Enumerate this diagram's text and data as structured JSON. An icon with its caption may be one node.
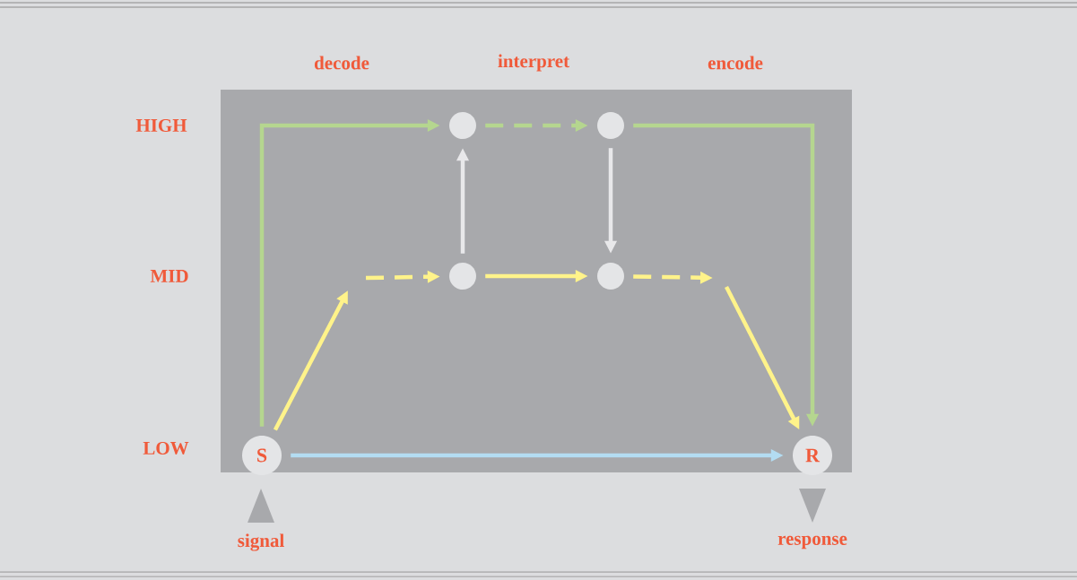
{
  "diagram": {
    "nodes": [
      {
        "text": [],
        "shape": "circle"
      },
      {
        "text": [],
        "shape": "circle"
      },
      {
        "text": [],
        "shape": "circle"
      },
      {
        "text": [],
        "shape": "circle"
      },
      {
        "text": [
          "S"
        ]
      },
      {
        "text": [
          "R"
        ]
      }
    ],
    "edges": [
      {
        "from": 4,
        "to": 0,
        "arrow": "to",
        "color": "#b5d68f"
      },
      {
        "from": 0,
        "to": 1,
        "arrow": "to",
        "style": "dashed",
        "color": "#b5d68f"
      },
      {
        "from": 1,
        "to": 5,
        "arrow": "to",
        "color": "#b5d68f"
      },
      {
        "from": 2,
        "to": 0,
        "arrow": "to",
        "color": "#e8e8ea"
      },
      {
        "from": 1,
        "to": 3,
        "arrow": "to",
        "color": "#e8e8ea"
      },
      {
        "from": 4,
        "to": null,
        "arrow": "to"
      },
      {
        "from": null,
        "to": 2,
        "arrow": "to",
        "style": "dashed"
      },
      {
        "from": 2,
        "to": 3,
        "arrow": "to"
      },
      {
        "from": 3,
        "to": null,
        "arrow": "to",
        "style": "dashed"
      },
      {
        "from": null,
        "to": 5,
        "arrow": "to"
      },
      {
        "from": 4,
        "to": 5,
        "arrow": "to",
        "color": "#b3dcf2"
      }
    ],
    "labels": [
      "decode",
      "interpret",
      "encode",
      "HIGH",
      "MID",
      "LOW",
      "signal",
      "response"
    ]
  }
}
